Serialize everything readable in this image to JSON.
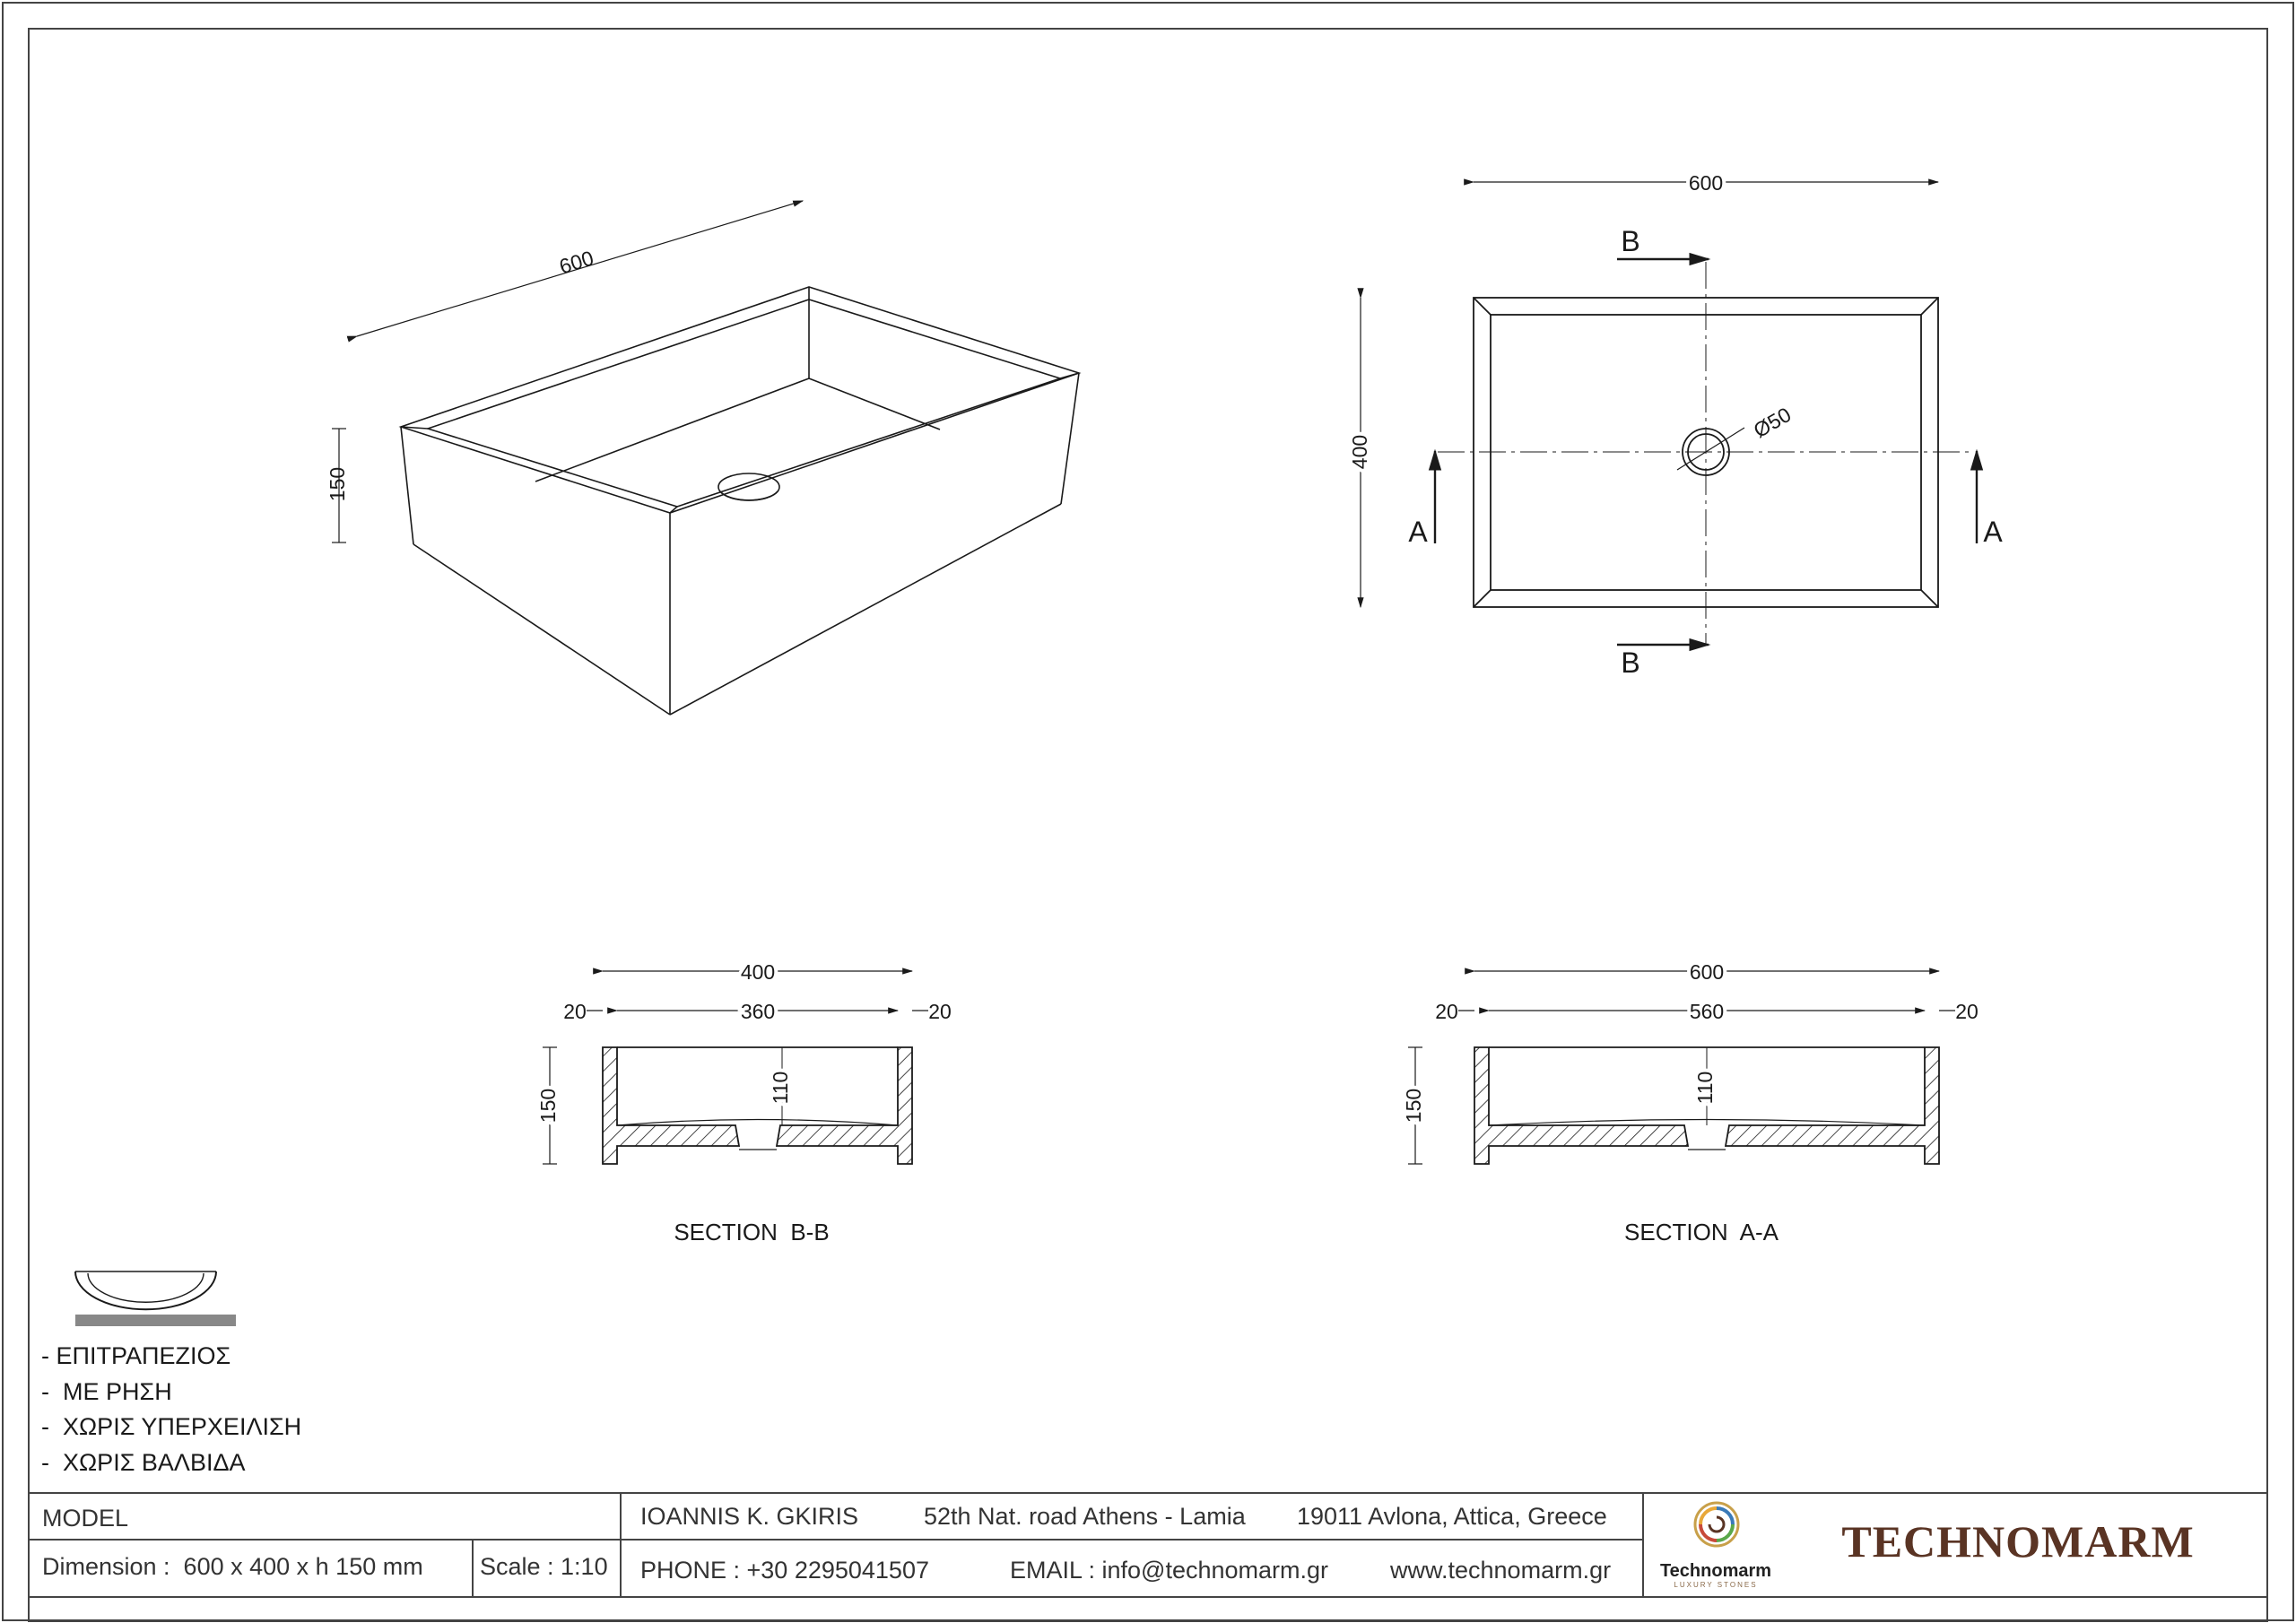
{
  "isometric": {
    "length_dim": "600",
    "height_dim": "150"
  },
  "top_view": {
    "width_dim": "600",
    "depth_dim": "400",
    "drain_dim": "Ø50",
    "cut_b": "B",
    "cut_a": "A"
  },
  "section_bb": {
    "title": "SECTION  B-B",
    "overall": "400",
    "inner": "360",
    "wall_left": "20",
    "wall_right": "20",
    "height": "150",
    "inner_depth": "110"
  },
  "section_aa": {
    "title": "SECTION  A-A",
    "overall": "600",
    "inner": "560",
    "wall_left": "20",
    "wall_right": "20",
    "height": "150",
    "inner_depth": "110"
  },
  "notes": [
    "- ΕΠΙΤΡΑΠΕΖΙΟΣ",
    "-  ΜΕ ΡΗΣΗ",
    "-  ΧΩΡΙΣ ΥΠΕΡΧΕΙΛΙΣΗ",
    "-  ΧΩΡΙΣ ΒΑΛΒΙΔΑ"
  ],
  "title_block": {
    "model_label": "MODEL",
    "dimension": "Dimension :  600 x 400 x h 150 mm",
    "scale": "Scale : 1:10",
    "company": "IOANNIS K. GKIRIS",
    "road": "52th Nat. road Athens - Lamia",
    "city": "19011 Avlona, Attica, Greece",
    "phone": "PHONE : +30 2295041507",
    "email": "EMAIL : info@technomarm.gr",
    "web": "www.technomarm.gr",
    "logo_name": "Technomarm",
    "logo_tagline": "LUXURY STONES",
    "brand": "TECHNOMARM"
  },
  "colors": {
    "line": "#1a1a1a",
    "brand": "#5a3424",
    "support_bar": "#888888"
  }
}
